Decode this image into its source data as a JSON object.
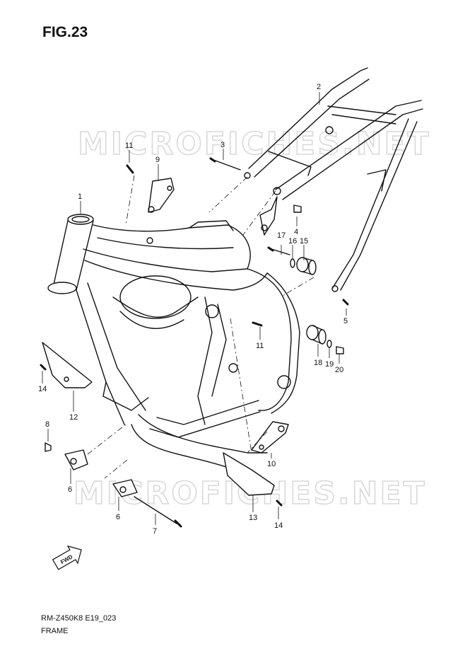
{
  "figure": {
    "title": "FIG.23",
    "code": "RM-Z450K8 E19_023",
    "caption": "FRAME"
  },
  "watermark": {
    "text": "MICROFICHES.NET"
  },
  "fwd_arrow": {
    "label": "FWD"
  },
  "callouts": [
    "1",
    "2",
    "3",
    "4",
    "5",
    "6",
    "6",
    "7",
    "8",
    "9",
    "10",
    "11",
    "11",
    "12",
    "13",
    "14",
    "14",
    "15",
    "16",
    "17",
    "18",
    "19",
    "20"
  ],
  "colors": {
    "ink": "#111111",
    "watermark": "#d9d9d9",
    "background": "#ffffff"
  }
}
